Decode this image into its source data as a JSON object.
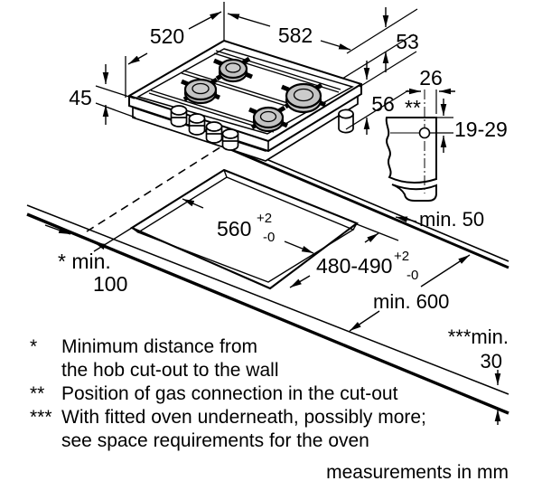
{
  "dims": {
    "hob_depth": "520",
    "hob_width": "582",
    "rear_gap": "53",
    "build_in_depth": "45",
    "gas_offset": "56",
    "gas_side": "26",
    "gas_range": "19-29",
    "gas_marker": "**",
    "cutout_width": "560",
    "cutout_depth": "480-490",
    "tol_up": "+2",
    "tol_down": "-0",
    "min_side_prefix": "* min.",
    "min_side_value": "100",
    "min_rear": "min. 50",
    "min_depth": "min. 600",
    "min_front_prefix": "***min.",
    "min_front_value": "30"
  },
  "notes": {
    "items": [
      {
        "marker": "*",
        "line": "Minimum distance from"
      },
      {
        "marker": "",
        "line": "the hob cut-out to the wall"
      },
      {
        "marker": "**",
        "line": "Position of gas connection in the cut-out"
      },
      {
        "marker": "***",
        "line": "With fitted oven underneath, possibly more;"
      },
      {
        "marker": "",
        "line": "see space requirements for the oven"
      }
    ],
    "footer": "measurements in mm"
  },
  "colors": {
    "line": "#000000",
    "burner": "#c3c3c3",
    "burner_cap": "#cbcbcb"
  }
}
